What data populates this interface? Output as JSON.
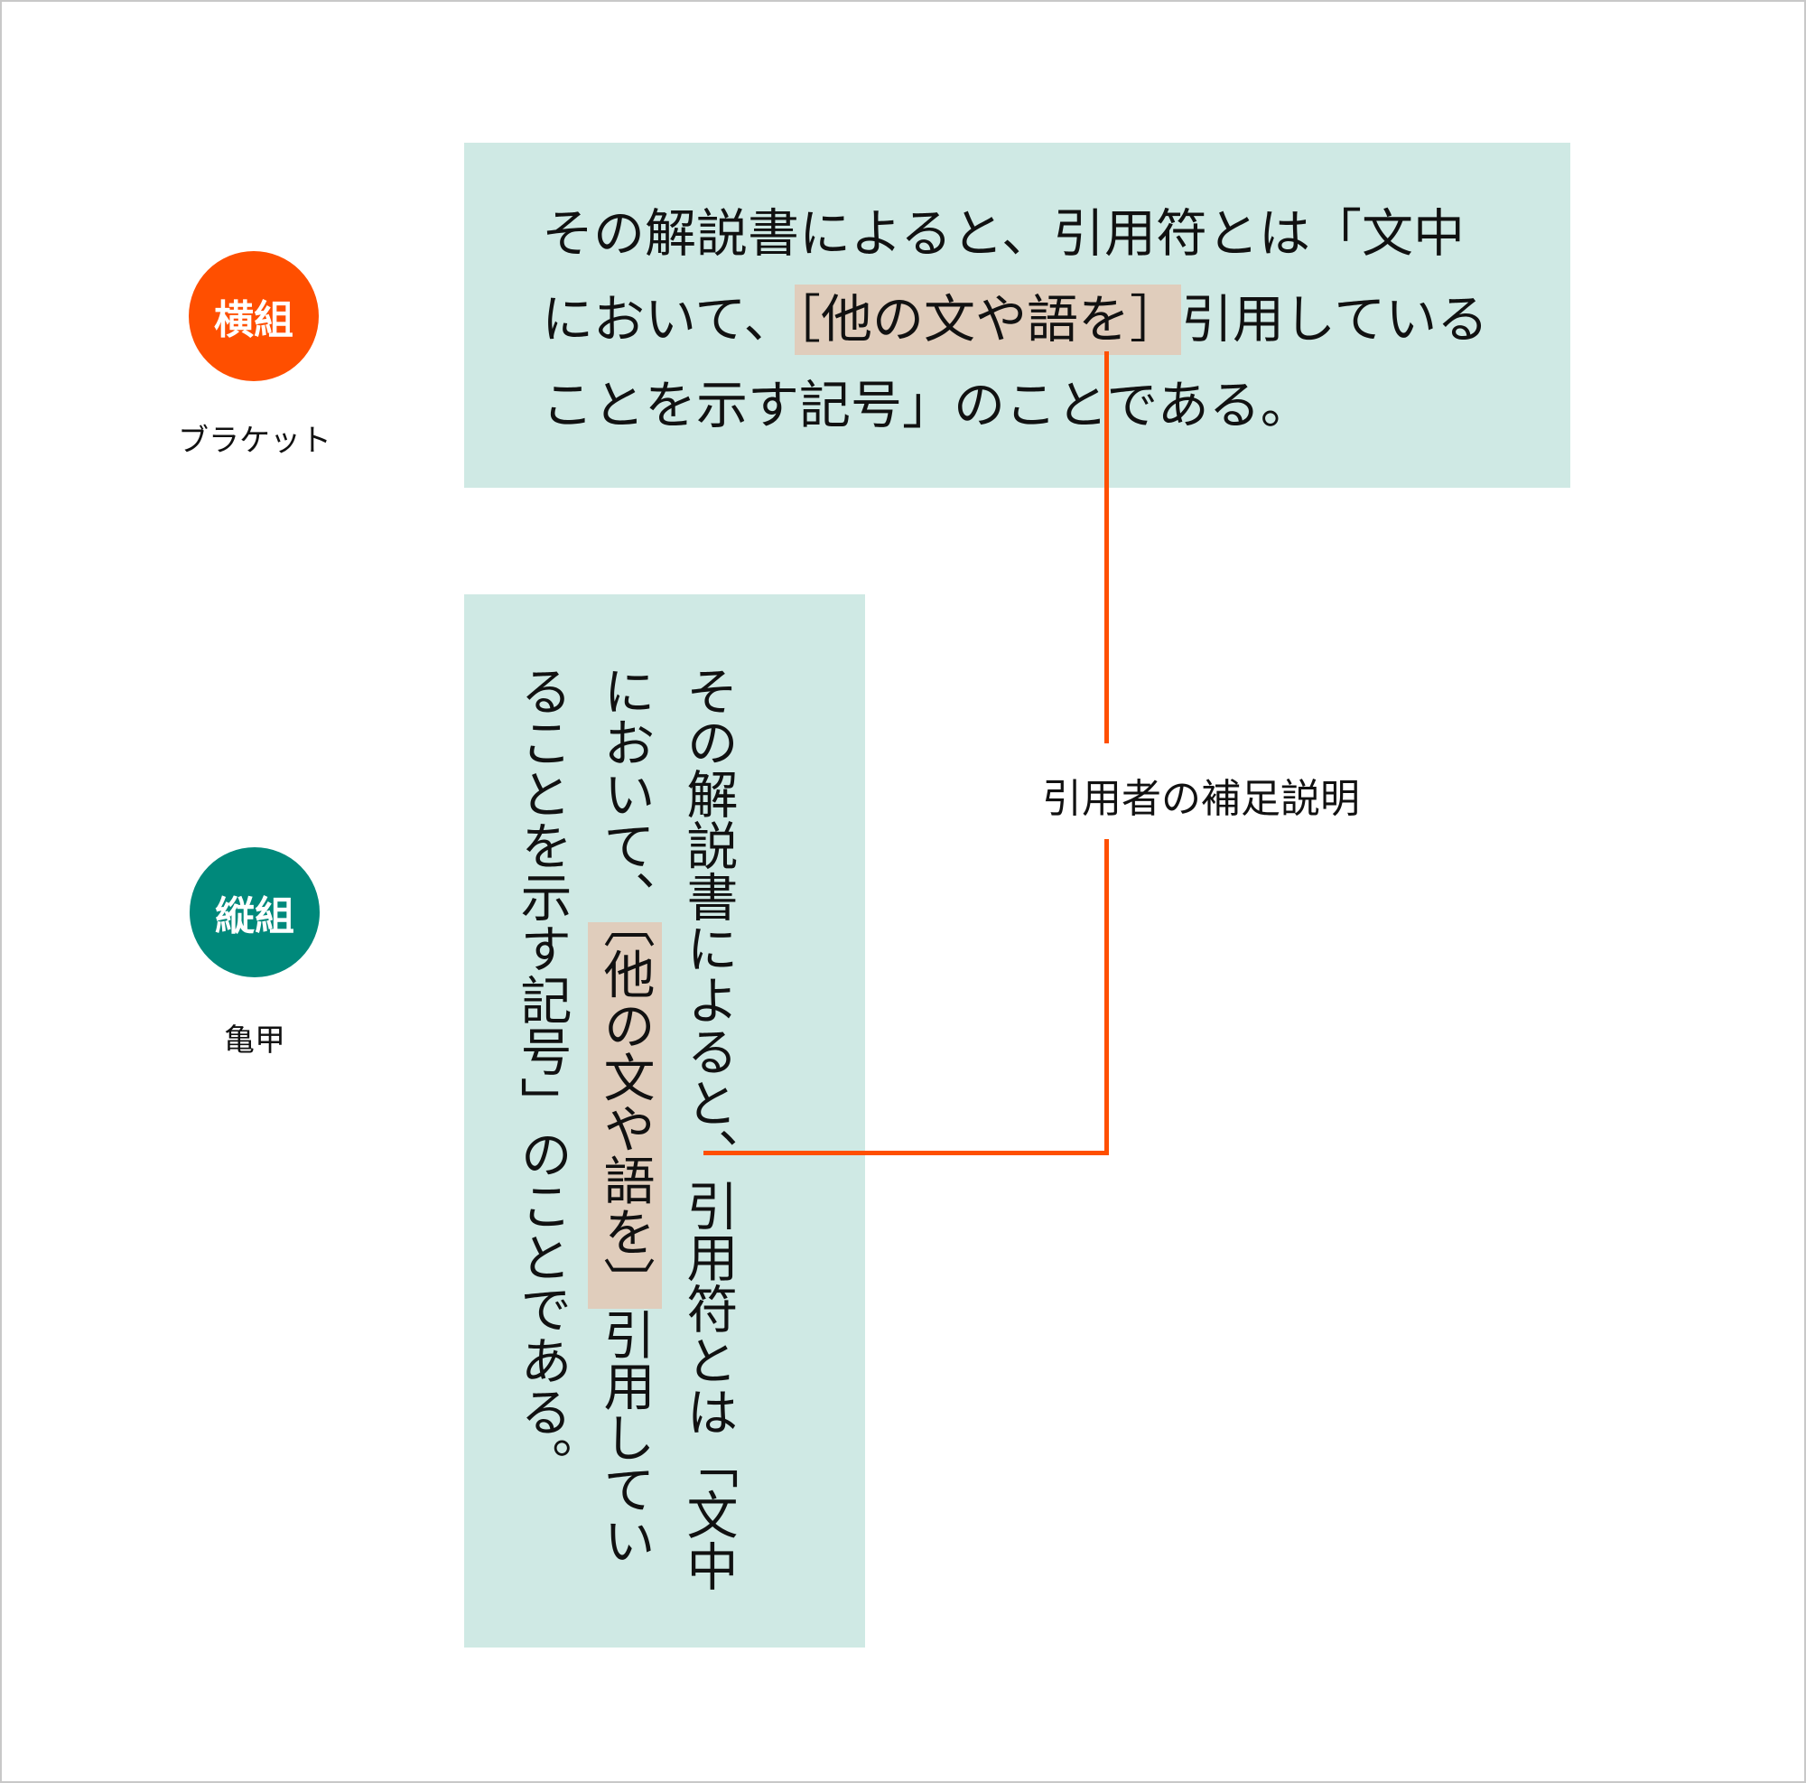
{
  "horizontal": {
    "badge": "横組",
    "badge_color": "#ff4f00",
    "caption": "ブラケット",
    "line1": "その解説書によると、引用符とは「文中",
    "line2_pre": "において、",
    "line2_highlight": "［他の文や語を］",
    "line2_post": "引用している",
    "line3": "ことを示す記号」のことである。"
  },
  "vertical": {
    "badge": "縦組",
    "badge_color": "#00897b",
    "caption": "亀甲",
    "col1": "その解説書によると、引用符とは「文中",
    "col2_pre": "において、",
    "col2_highlight": "〔他の文や語を〕",
    "col2_post": "引用してい",
    "col3": "ることを示す記号」のことである。"
  },
  "annotation": "引用者の補足説明"
}
